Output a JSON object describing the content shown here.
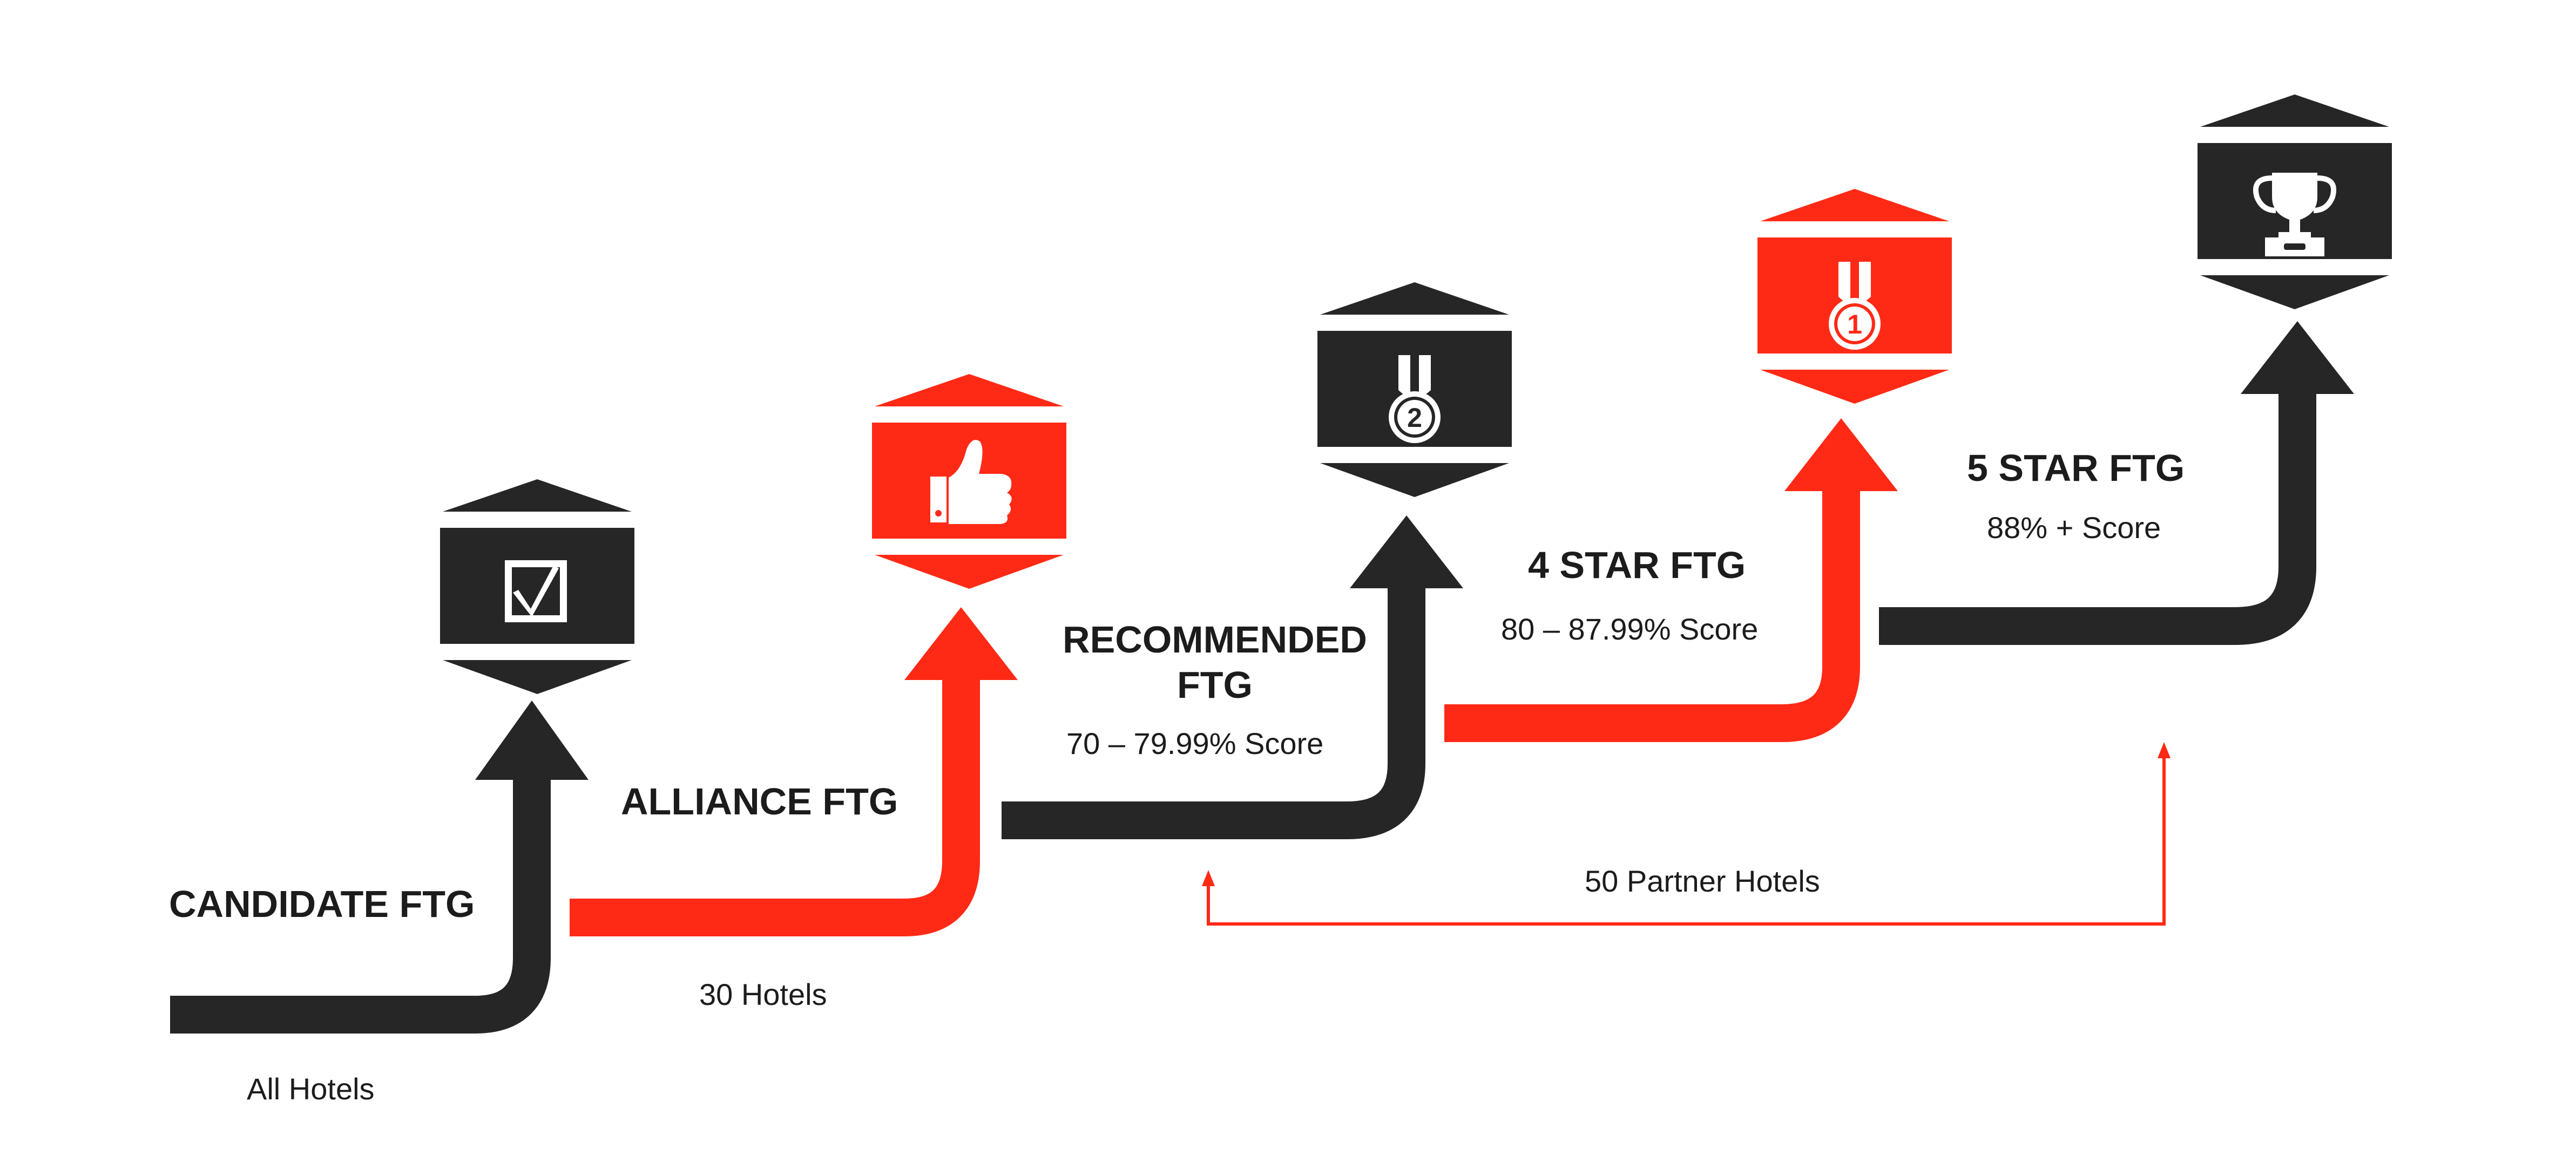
{
  "colors": {
    "dark": "#262626",
    "accent": "#ff2a16",
    "text": "#1c1c1c"
  },
  "stages": [
    {
      "title": "CANDIDATE FTG",
      "caption": "All Hotels",
      "icon": "checkbox-icon"
    },
    {
      "title": "ALLIANCE FTG",
      "caption": "30 Hotels",
      "icon": "thumbs-up-icon"
    },
    {
      "title_line1": "RECOMMENDED",
      "title_line2": "FTG",
      "caption": "70 – 79.99% Score",
      "icon": "second-place-medal-icon"
    },
    {
      "title": "4 STAR FTG",
      "caption": "80 – 87.99% Score",
      "icon": "first-place-medal-icon"
    },
    {
      "title": "5 STAR FTG",
      "caption": "88% + Score",
      "icon": "trophy-icon"
    }
  ],
  "bracket": {
    "label": "50 Partner Hotels"
  },
  "medal_numbers": {
    "second": "2",
    "first": "1"
  }
}
